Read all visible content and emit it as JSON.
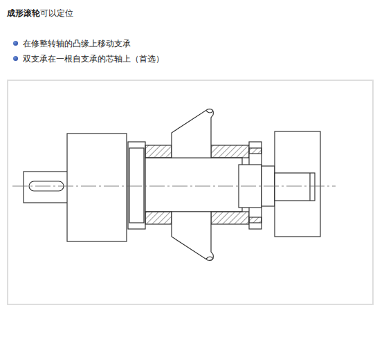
{
  "diagram": {
    "labels": [
      "成形滚轮",
      "可以定位",
      "在修整转轴的凸缘上移动支承",
      "双支承在一根自支承的芯轴上（首选）"
    ]
  }
}
